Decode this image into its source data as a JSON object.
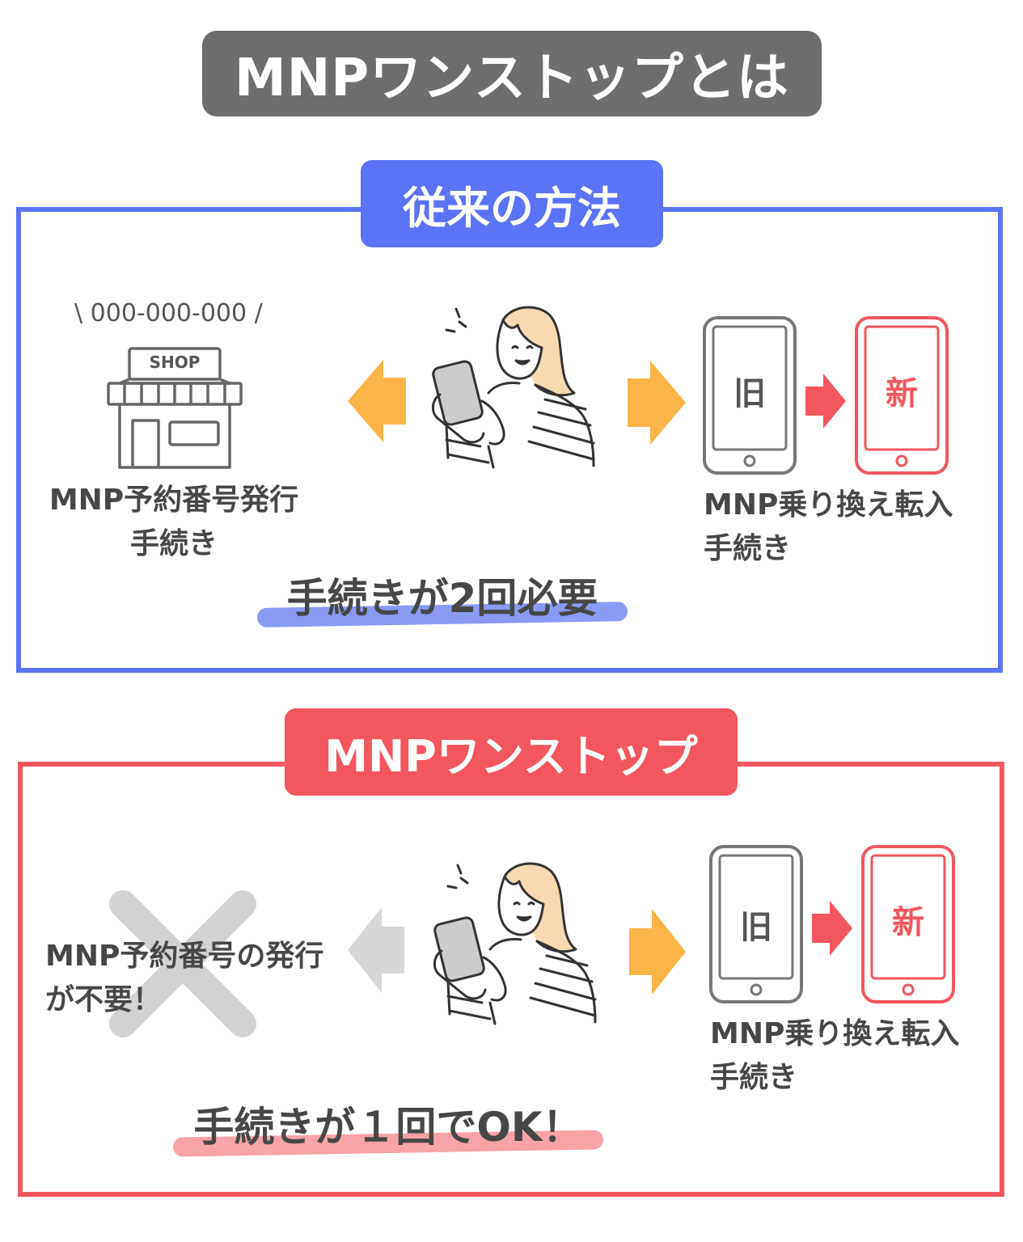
{
  "title": "MNPワンストップとは",
  "sections": {
    "traditional": {
      "tab_label": "従来の方法",
      "phone_number": "000-000-000",
      "shop_sign": "SHOP",
      "left_caption_line1": "MNP予約番号発行",
      "left_caption_line2": "手続き",
      "right_caption_line1": "MNP乗り換え転入",
      "right_caption_line2": "手続き",
      "old_phone_label": "旧",
      "new_phone_label": "新",
      "summary": "手続きが2回必要"
    },
    "onestop": {
      "tab_label": "MNPワンストップ",
      "left_caption_line1": "MNP予約番号の発行",
      "left_caption_line2": "が不要！",
      "right_caption_line1": "MNP乗り換え転入",
      "right_caption_line2": "手続き",
      "old_phone_label": "旧",
      "new_phone_label": "新",
      "summary": "手続きが１回でOK！"
    }
  },
  "colors": {
    "blue": "#5b73f6",
    "red": "#f2565e",
    "orange_arrow": "#fbb448",
    "gray_arrow": "#d6d6d6",
    "title_bg": "#6e6e6e"
  }
}
